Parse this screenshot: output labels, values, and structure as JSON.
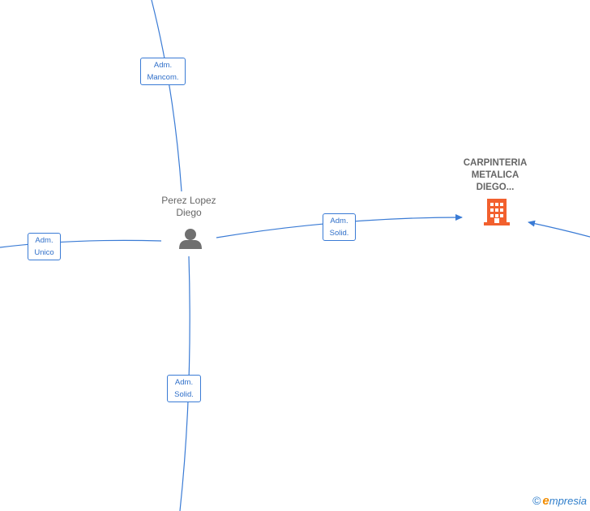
{
  "nodes": {
    "person": {
      "name_line1": "Perez Lopez",
      "name_line2": "Diego",
      "icon": "person-icon"
    },
    "company": {
      "name_line1": "CARPINTERIA",
      "name_line2": "METALICA",
      "name_line3": "DIEGO...",
      "icon": "building-icon",
      "color": "#f2602e"
    }
  },
  "edges": {
    "top": {
      "line1": "Adm.",
      "line2": "Mancom."
    },
    "left": {
      "line1": "Adm.",
      "line2": "Unico"
    },
    "right": {
      "line1": "Adm.",
      "line2": "Solid."
    },
    "bottom": {
      "line1": "Adm.",
      "line2": "Solid."
    }
  },
  "colors": {
    "edge": "#3a7bd5",
    "person_icon": "#707070"
  },
  "brand": {
    "copyright": "©",
    "initial": "e",
    "rest": "mpresia"
  }
}
